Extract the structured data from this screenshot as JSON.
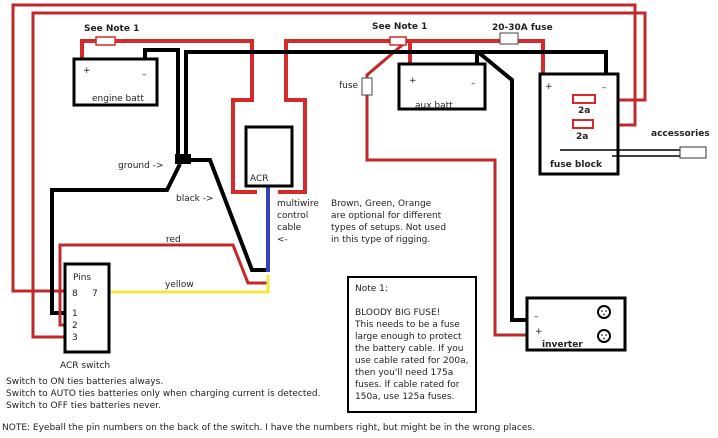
{
  "labels": {
    "see_note_1_left": "See Note 1",
    "see_note_1_right": "See Note 1",
    "main_fuse": "20-30A fuse",
    "inline_fuse": "fuse",
    "engine_batt": "engine batt",
    "aux_batt": "aux batt",
    "plus": "+",
    "minus": "–",
    "acr": "ACR",
    "ground": "ground ->",
    "black": "black ->",
    "red": "red",
    "yellow": "yellow",
    "multiwire": [
      "multiwire",
      "control",
      "cable",
      "<-"
    ],
    "fuse_2a_1": "2a",
    "fuse_2a_2": "2a",
    "fuse_block": "fuse block",
    "accessories": "accessories",
    "inverter": "inverter",
    "pins_title": "Pins",
    "pins": [
      "8",
      "7",
      "1",
      "2",
      "3"
    ],
    "acr_switch": "ACR switch"
  },
  "optional_note": [
    "Brown, Green, Orange",
    "are optional for different",
    "types of setups. Not used",
    "in this type of rigging."
  ],
  "note1": {
    "title": "Note 1:",
    "lines": [
      "BLOODY BIG FUSE!",
      "This needs to be a fuse",
      "large enough to protect",
      "the battery cable. If you",
      "use cable rated for 200a,",
      "then you'll need 175a",
      "fuses. If cable rated for",
      "150a, use 125a fuses."
    ]
  },
  "switch_notes": [
    "Switch to ON ties batteries always.",
    "Switch to AUTO ties batteries only when charging current is detected.",
    "Switch to OFF ties batteries never."
  ],
  "footer_note": "NOTE: Eyeball the pin numbers on the back of the switch. I have the numbers right, but might be in the wrong places.",
  "colors": {
    "positive": "#d42a2a",
    "negative": "#000000",
    "control": "#3344bb",
    "yellow": "#f5e642"
  }
}
